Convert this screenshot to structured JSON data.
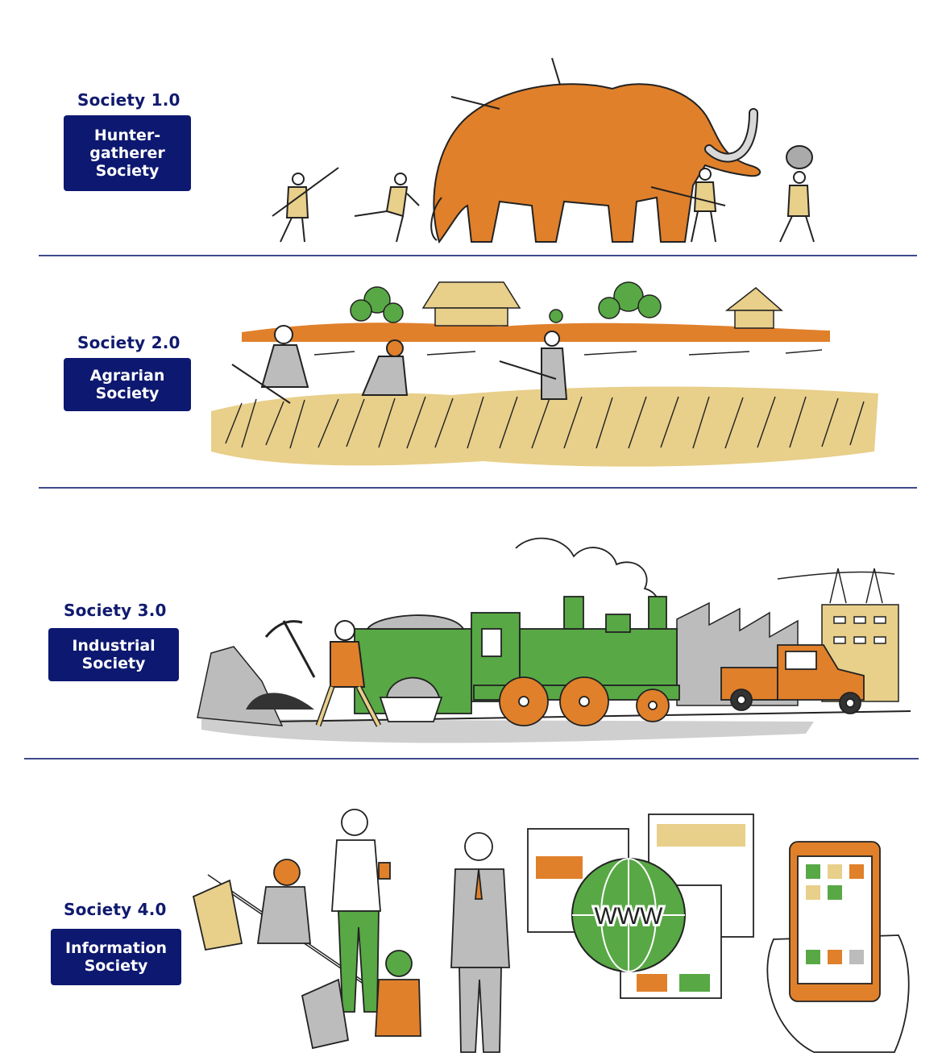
{
  "eras": [
    {
      "tag": "Society 1.0",
      "lines": [
        "Hunter-",
        "gatherer",
        "Society"
      ]
    },
    {
      "tag": "Society 2.0",
      "lines": [
        "Agrarian",
        "Society"
      ]
    },
    {
      "tag": "Society 3.0",
      "lines": [
        "Industrial",
        "Society"
      ]
    },
    {
      "tag": "Society 4.0",
      "lines": [
        "Information",
        "Society"
      ]
    }
  ],
  "www_label": "WWW",
  "colors": {
    "navy": "#0d1870",
    "orange": "#e0802b",
    "green": "#58a845",
    "wheat": "#e8cf8a",
    "gray": "#bcbcbc"
  }
}
